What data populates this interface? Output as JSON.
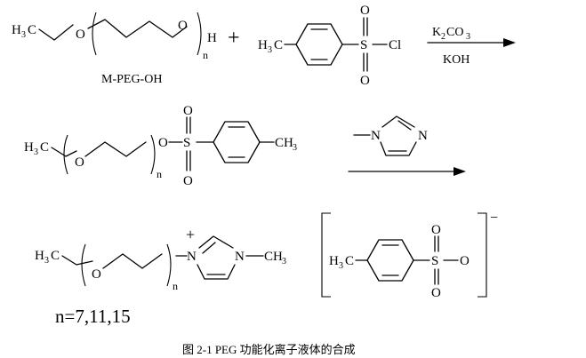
{
  "reaction_scheme": {
    "step1": {
      "reactant_label": "M-PEG-OH",
      "plus": "+",
      "conditions": [
        "K2CO3",
        "KOH"
      ]
    },
    "final": {
      "charge_plus": "+",
      "charge_minus": "−"
    },
    "atoms": {
      "oxygen": "O",
      "chlorine": "Cl",
      "sulfur": "S",
      "hydrogen": "H",
      "nitrogen": "N",
      "repeat_n": "n",
      "methyl": "CH",
      "methyl_h": "H",
      "methyl_c": "C",
      "three": "3",
      "k": "K",
      "co": "CO",
      "two": "2"
    },
    "n_values": "n=7,11,15",
    "caption": "图 2-1   PEG 功能化离子液体的合成"
  }
}
